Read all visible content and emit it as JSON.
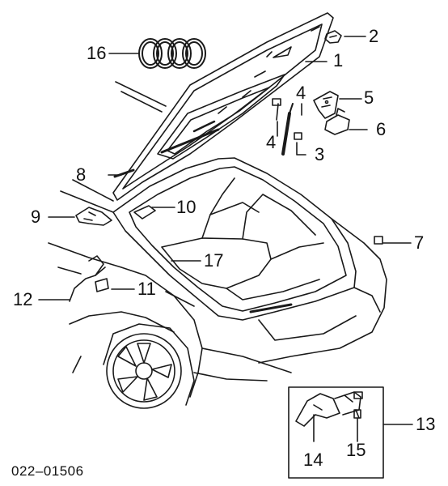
{
  "diagram": {
    "callouts": [
      {
        "id": "c1",
        "text": "1"
      },
      {
        "id": "c2",
        "text": "2"
      },
      {
        "id": "c3",
        "text": "3"
      },
      {
        "id": "c4a",
        "text": "4"
      },
      {
        "id": "c4b",
        "text": "4"
      },
      {
        "id": "c5",
        "text": "5"
      },
      {
        "id": "c6",
        "text": "6"
      },
      {
        "id": "c7",
        "text": "7"
      },
      {
        "id": "c8",
        "text": "8"
      },
      {
        "id": "c9",
        "text": "9"
      },
      {
        "id": "c10",
        "text": "10"
      },
      {
        "id": "c11",
        "text": "11"
      },
      {
        "id": "c12",
        "text": "12"
      },
      {
        "id": "c13",
        "text": "13"
      },
      {
        "id": "c14",
        "text": "14"
      },
      {
        "id": "c15",
        "text": "15"
      },
      {
        "id": "c16",
        "text": "16"
      },
      {
        "id": "c17",
        "text": "17"
      }
    ],
    "drawing_code": "022–01506"
  },
  "colors": {
    "line": "#1a1a1a",
    "background": "#ffffff"
  }
}
